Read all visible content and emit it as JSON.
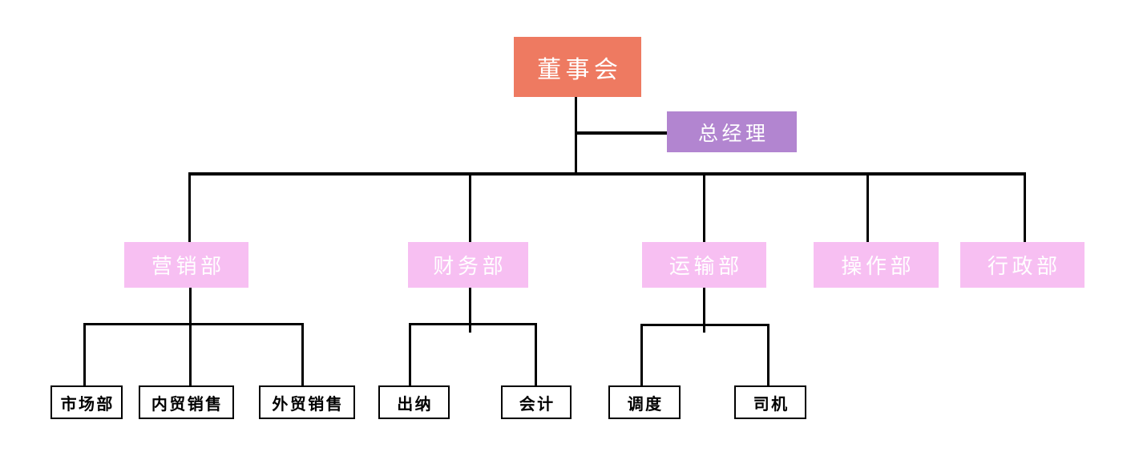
{
  "org_chart": {
    "type": "org-tree-diagram",
    "root": {
      "label": "董事会"
    },
    "staff_node": {
      "label": "总经理",
      "parent": "董事会"
    },
    "departments": [
      {
        "label": "营销部",
        "parent": "董事会"
      },
      {
        "label": "财务部",
        "parent": "董事会"
      },
      {
        "label": "运输部",
        "parent": "董事会"
      },
      {
        "label": "操作部",
        "parent": "董事会"
      },
      {
        "label": "行政部",
        "parent": "董事会"
      }
    ],
    "subunits": [
      {
        "label": "市场部",
        "parent": "营销部"
      },
      {
        "label": "内贸销售",
        "parent": "营销部"
      },
      {
        "label": "外贸销售",
        "parent": "营销部"
      },
      {
        "label": "出纳",
        "parent": "财务部"
      },
      {
        "label": "会计",
        "parent": "财务部"
      },
      {
        "label": "调度",
        "parent": "运输部"
      },
      {
        "label": "司机",
        "parent": "运输部"
      }
    ],
    "colors": {
      "root_fill": "#EE7A61",
      "staff_fill": "#B285D0",
      "department_fill": "#F7BFF2",
      "subunit_fill": "#FFFFFF",
      "subunit_border": "#000000",
      "connector": "#000000",
      "text_on_fill": "#FFFFFF",
      "subunit_text": "#000000"
    }
  }
}
